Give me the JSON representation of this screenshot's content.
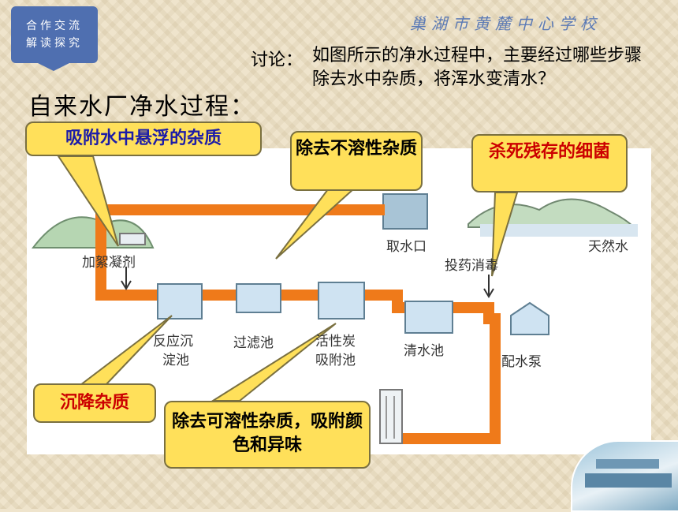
{
  "header": {
    "badge_line1": "合作交流",
    "badge_line2": "解读探究",
    "school_name": "巢湖市黄麓中心学校"
  },
  "discussion": {
    "label": "讨论：",
    "text": "如图所示的净水过程中，主要经过哪些步骤除去水中杂质，将浑水变清水？"
  },
  "title": "自来水厂净水过程：",
  "callouts": {
    "adsorb_suspended": "吸附水中悬浮的杂质",
    "remove_insoluble": "除去不溶性杂质",
    "kill_bacteria": "杀死残存的细菌",
    "settle_impurities": "沉降杂质",
    "remove_soluble": "除去可溶性杂质，吸附颜色和异味"
  },
  "diagram_labels": {
    "intake": "取水口",
    "natural_water": "天然水",
    "add_coagulant": "加絮凝剂",
    "disinfect": "投药消毒",
    "reaction_tank_1": "反应沉",
    "reaction_tank_2": "淀池",
    "filter_tank": "过滤池",
    "carbon_tank_1": "活性炭",
    "carbon_tank_2": "吸附池",
    "clear_tank": "清水池",
    "pump": "配水泵"
  },
  "colors": {
    "pipe": "#ef7a1a",
    "callout_fill": "#ffe05a",
    "badge": "#4f6fb0",
    "tank": "#cfe3f2"
  }
}
